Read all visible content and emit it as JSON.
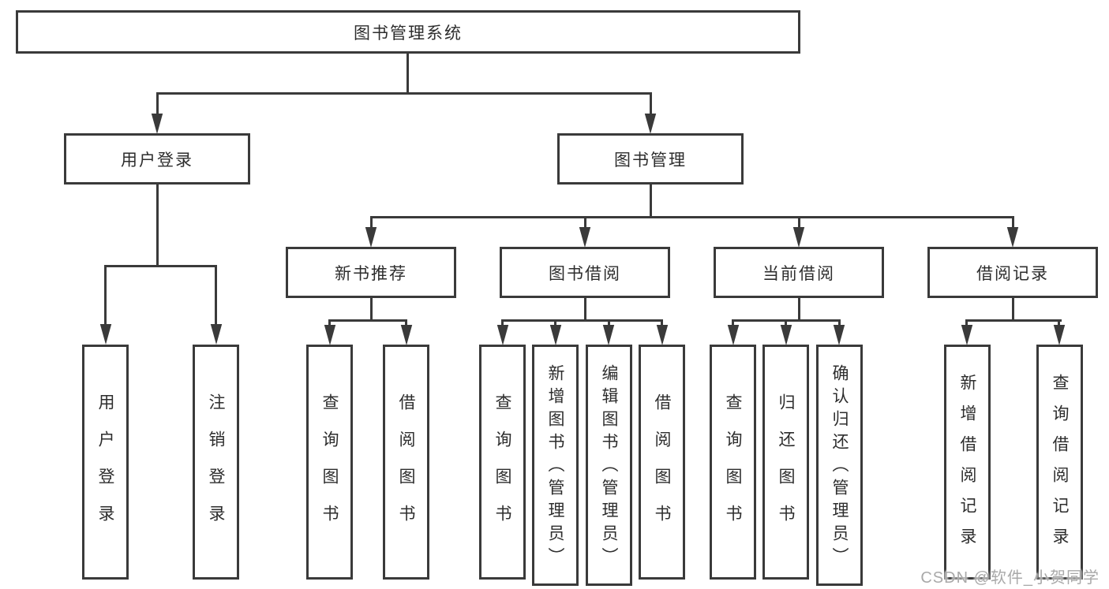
{
  "diagram": {
    "title_node": "图书管理系统",
    "level2": [
      {
        "label": "用户登录"
      },
      {
        "label": "图书管理"
      }
    ],
    "level3": [
      {
        "label": "新书推荐",
        "parent": "图书管理"
      },
      {
        "label": "图书借阅",
        "parent": "图书管理"
      },
      {
        "label": "当前借阅",
        "parent": "图书管理"
      },
      {
        "label": "借阅记录",
        "parent": "图书管理"
      }
    ],
    "leaves": [
      {
        "label": "用户登录",
        "parent": "用户登录"
      },
      {
        "label": "注销登录",
        "parent": "用户登录"
      },
      {
        "label": "查询图书",
        "parent": "新书推荐"
      },
      {
        "label": "借阅图书",
        "parent": "新书推荐"
      },
      {
        "label": "查询图书",
        "parent": "图书借阅"
      },
      {
        "label": "新增图书（管理员）",
        "parent": "图书借阅"
      },
      {
        "label": "编辑图书（管理员）",
        "parent": "图书借阅"
      },
      {
        "label": "借阅图书",
        "parent": "图书借阅"
      },
      {
        "label": "查询图书",
        "parent": "当前借阅"
      },
      {
        "label": "归还图书",
        "parent": "当前借阅"
      },
      {
        "label": "确认归还（管理员）",
        "parent": "当前借阅"
      },
      {
        "label": "新增借阅记录",
        "parent": "借阅记录"
      },
      {
        "label": "查询借阅记录",
        "parent": "借阅记录"
      }
    ],
    "colors": {
      "line": "#3a3a3a",
      "text": "#2d2d2d",
      "background": "#ffffff",
      "watermark": "#a9a9a9"
    }
  },
  "watermark": "CSDN @软件_小贺同学"
}
